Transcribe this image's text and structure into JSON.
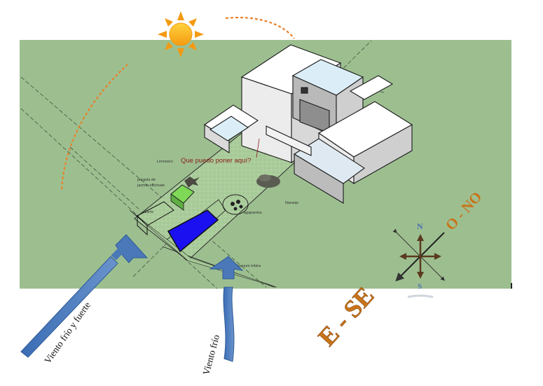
{
  "labels": {
    "question": "Que puedo poner aquí?",
    "limonero": "Limonero",
    "pergola": "pergola de",
    "pergola2": "jazmin officinale",
    "naranjo": "Naranjo",
    "agapantos": "agapantos",
    "alberto": "alberto",
    "viburnum": "viburnum tobira"
  },
  "compass": {
    "north": "N",
    "south": "S",
    "east_label": "E - SE",
    "west_label": "O - NO"
  },
  "wind": {
    "cold_strong": "Viento frío y fuerte",
    "cold": "Viento frío"
  },
  "colors": {
    "ground": "#9dbf90",
    "pool": "#1a10f0",
    "wind_arrow": "#4a78b8",
    "compass_letters": "#4a6fb0",
    "direction_labels": "#c8741a",
    "sun": "#f5a623",
    "sun_path": "#e6822a"
  },
  "icons": [
    "sun-icon",
    "compass-rose-icon",
    "wind-arrow-icon"
  ]
}
